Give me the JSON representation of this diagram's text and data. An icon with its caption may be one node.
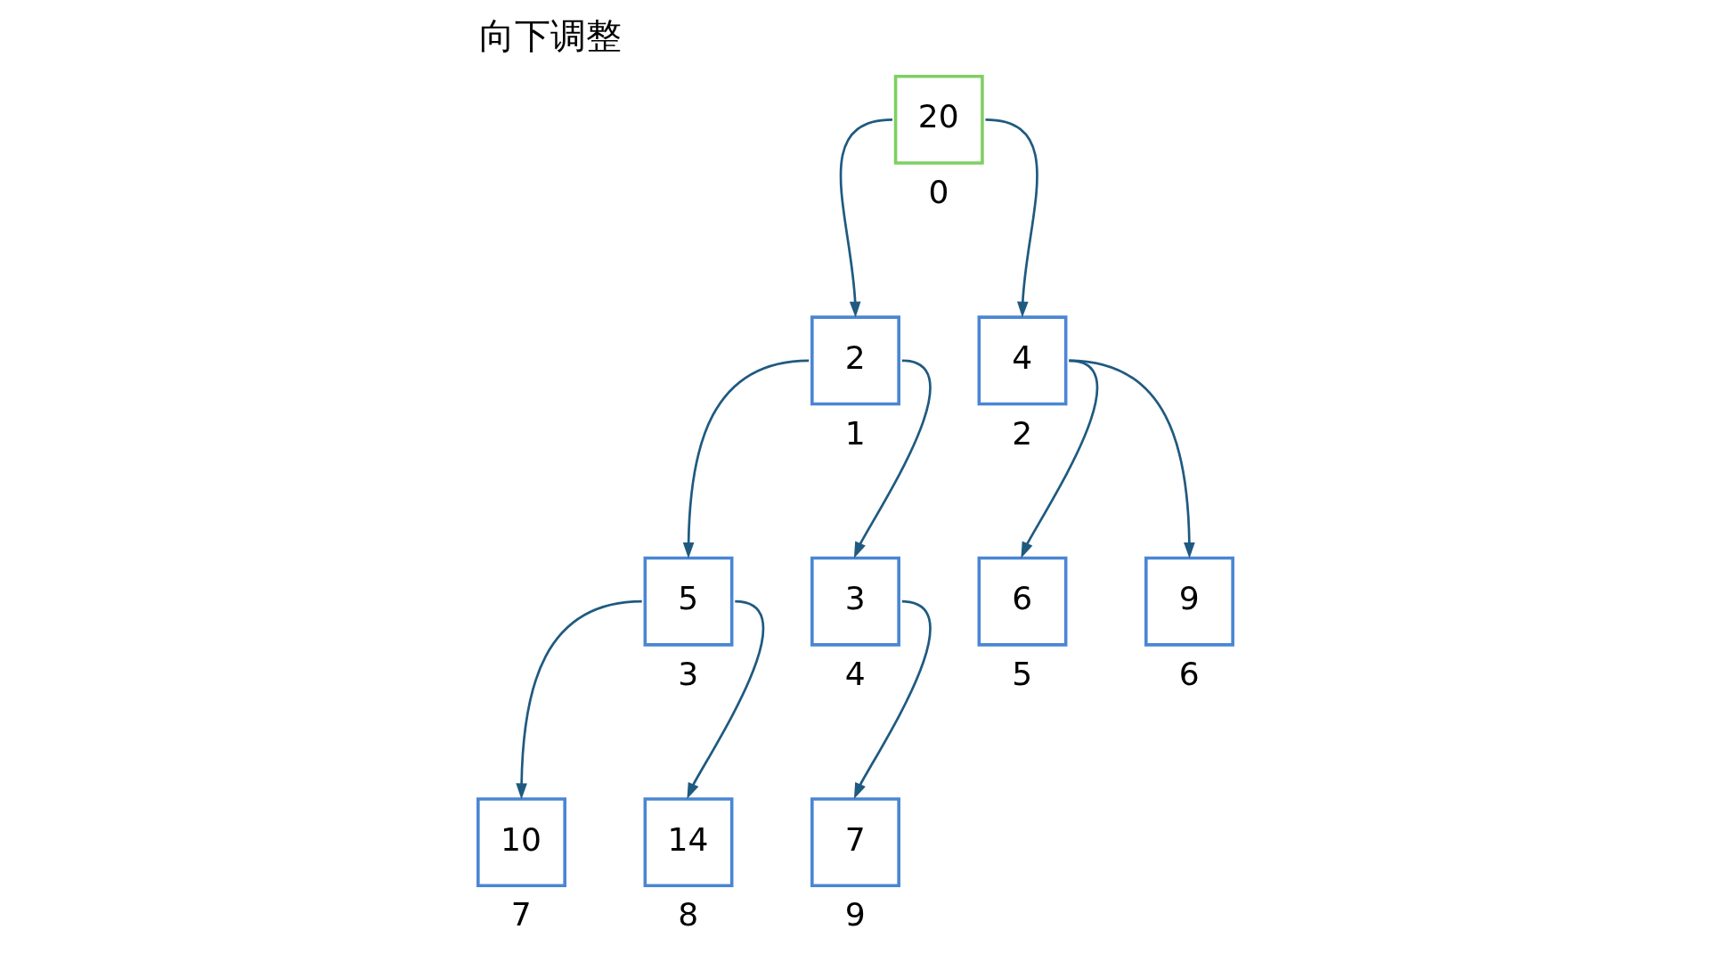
{
  "diagram": {
    "title": "向下调整",
    "nodes": [
      {
        "text": [
          "20"
        ],
        "beside": [
          "0"
        ]
      },
      {
        "text": [
          "2"
        ],
        "beside": [
          "1"
        ]
      },
      {
        "text": [
          "4"
        ],
        "beside": [
          "2"
        ]
      },
      {
        "text": [
          "5"
        ],
        "beside": [
          "3"
        ]
      },
      {
        "text": [
          "3"
        ],
        "beside": [
          "4"
        ]
      },
      {
        "text": [
          "6"
        ],
        "beside": [
          "5"
        ]
      },
      {
        "text": [
          "9"
        ],
        "beside": [
          "6"
        ]
      },
      {
        "text": [
          "10"
        ],
        "beside": [
          "7"
        ]
      },
      {
        "text": [
          "14"
        ],
        "beside": [
          "8"
        ]
      },
      {
        "text": [
          "7"
        ],
        "beside": [
          "9"
        ]
      }
    ],
    "edges": [
      {
        "from": 0,
        "to": 1,
        "arrow": "to"
      },
      {
        "from": 0,
        "to": 2,
        "arrow": "to"
      },
      {
        "from": 1,
        "to": 3,
        "arrow": "to"
      },
      {
        "from": 1,
        "to": 4,
        "arrow": "to"
      },
      {
        "from": 2,
        "to": 5,
        "arrow": "to"
      },
      {
        "from": 2,
        "to": 6,
        "arrow": "to"
      },
      {
        "from": 3,
        "to": 7,
        "arrow": "to"
      },
      {
        "from": 3,
        "to": 8,
        "arrow": "to"
      },
      {
        "from": 4,
        "to": 9,
        "arrow": "to"
      }
    ]
  }
}
